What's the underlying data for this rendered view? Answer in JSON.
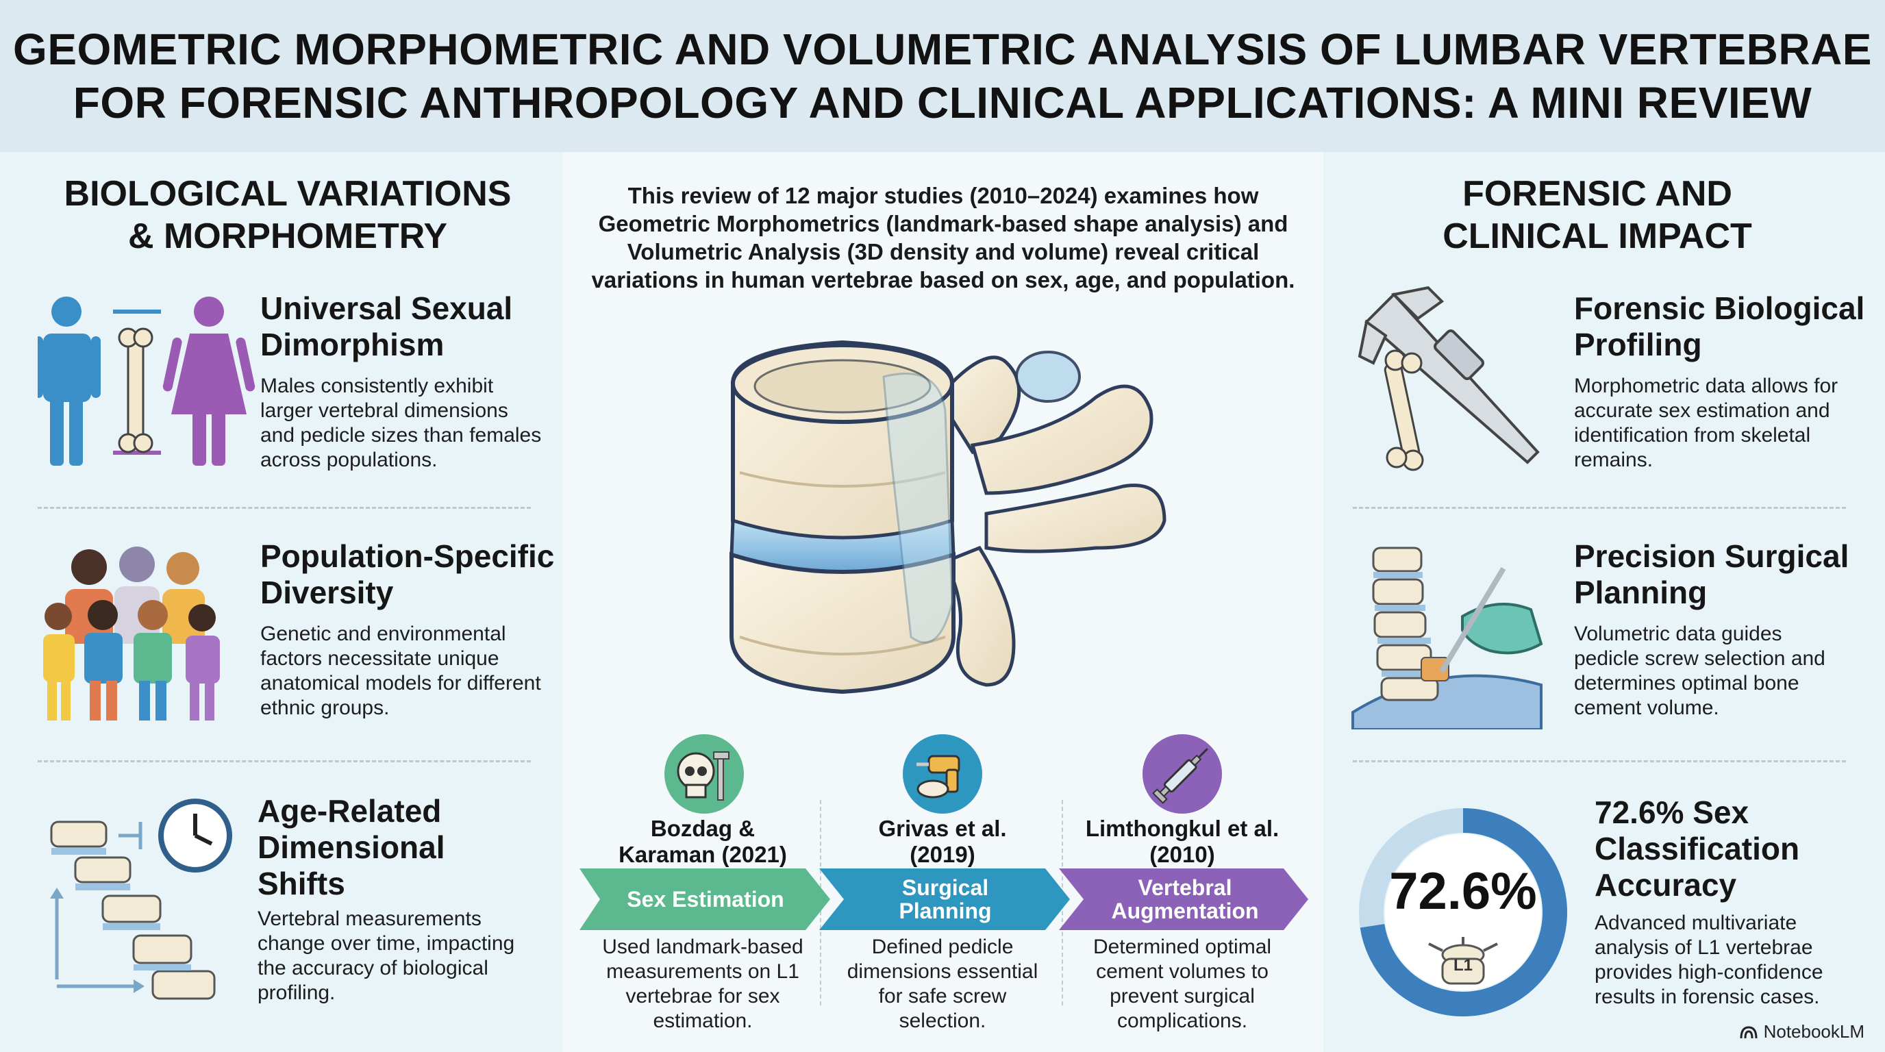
{
  "title": {
    "line1": "GEOMETRIC MORPHOMETRIC AND VOLUMETRIC ANALYSIS OF LUMBAR VERTEBRAE",
    "line2": "FOR FORENSIC ANTHROPOLOGY AND CLINICAL APPLICATIONS: A MINI REVIEW"
  },
  "left": {
    "heading_line1": "BIOLOGICAL VARIATIONS",
    "heading_line2": "& MORPHOMETRY",
    "items": [
      {
        "title_line1": "Universal Sexual",
        "title_line2": "Dimorphism",
        "body": [
          "Males consistently exhibit",
          "larger vertebral dimensions",
          "and pedicle sizes than females",
          "across populations."
        ]
      },
      {
        "title_line1": "Population-Specific",
        "title_line2": "Diversity",
        "body": [
          "Genetic and environmental",
          "factors necessitate unique",
          "anatomical models for different",
          "ethnic groups."
        ]
      },
      {
        "title_line1": "Age-Related",
        "title_line2": "Dimensional",
        "title_line3": "Shifts",
        "body": [
          "Vertebral measurements",
          "change over time, impacting",
          "the accuracy of biological",
          "profiling."
        ]
      }
    ]
  },
  "center": {
    "intro": [
      "This review of 12 major studies (2010–2024) examines how",
      "Geometric Morphometrics (landmark-based shape analysis) and",
      "Volumetric Analysis (3D density and volume) reveal critical",
      "variations in human vertebrae based on sex, age, and population."
    ],
    "studies": [
      {
        "name_line1": "Bozdag &",
        "name_line2": "Karaman (2021)",
        "label_line1": "Sex Estimation",
        "label_line2": "",
        "desc": [
          "Used landmark-based",
          "measurements on L1",
          "vertebrae for sex",
          "estimation."
        ],
        "color": "#5cb88f"
      },
      {
        "name_line1": "Grivas et al.",
        "name_line2": "(2019)",
        "label_line1": "Surgical",
        "label_line2": "Planning",
        "desc": [
          "Defined pedicle",
          "dimensions essential",
          "for safe screw",
          "selection."
        ],
        "color": "#2e97c0"
      },
      {
        "name_line1": "Limthongkul et al.",
        "name_line2": "(2010)",
        "label_line1": "Vertebral",
        "label_line2": "Augmentation",
        "desc": [
          "Determined optimal",
          "cement volumes to",
          "prevent surgical",
          "complications."
        ],
        "color": "#8b62b8"
      }
    ]
  },
  "right": {
    "heading_line1": "FORENSIC AND",
    "heading_line2": "CLINICAL IMPACT",
    "items": [
      {
        "title_line1": "Forensic Biological",
        "title_line2": "Profiling",
        "body": [
          "Morphometric data allows for",
          "accurate sex estimation and",
          "identification from skeletal",
          "remains."
        ]
      },
      {
        "title_line1": "Precision Surgical",
        "title_line2": "Planning",
        "body": [
          "Volumetric data guides",
          "pedicle screw selection and",
          "determines optimal bone",
          "cement volume."
        ]
      },
      {
        "title_line1": "72.6% Sex",
        "title_line2": "Classification",
        "title_line3": "Accuracy",
        "body": [
          "Advanced multivariate",
          "analysis of L1 vertebrae",
          "provides high-confidence",
          "results in forensic cases."
        ]
      }
    ],
    "gauge": {
      "value_label": "72.6%",
      "fraction": 0.726,
      "badge": "L1"
    }
  },
  "brand": "NotebookLM",
  "colors": {
    "male": "#3b8fc8",
    "female": "#9b5ab3",
    "green": "#5cb88f",
    "blue": "#2e97c0",
    "purple": "#8b62b8",
    "gauge_fill": "#3d7fbd",
    "gauge_track": "#c5dcec"
  }
}
